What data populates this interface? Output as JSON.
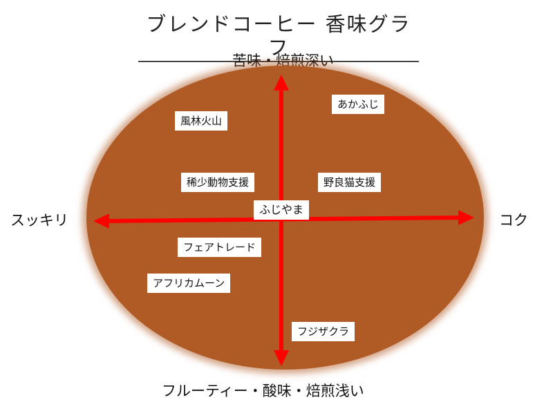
{
  "title": "ブレンドコーヒー 香味グラフ",
  "axes": {
    "top": "苦味・焙煎深い",
    "bottom": "フルーティー・酸味・焙煎浅い",
    "left": "スッキリ",
    "right": "コク"
  },
  "colors": {
    "bean": "#b05b26",
    "arrow": "#ff0000"
  },
  "blends": [
    {
      "name": "風林火山"
    },
    {
      "name": "あかふじ"
    },
    {
      "name": "稀少動物支援"
    },
    {
      "name": "野良猫支援"
    },
    {
      "name": "ふじやま"
    },
    {
      "name": "フェアトレード"
    },
    {
      "name": "アフリカムーン"
    },
    {
      "name": "フジザクラ"
    }
  ]
}
